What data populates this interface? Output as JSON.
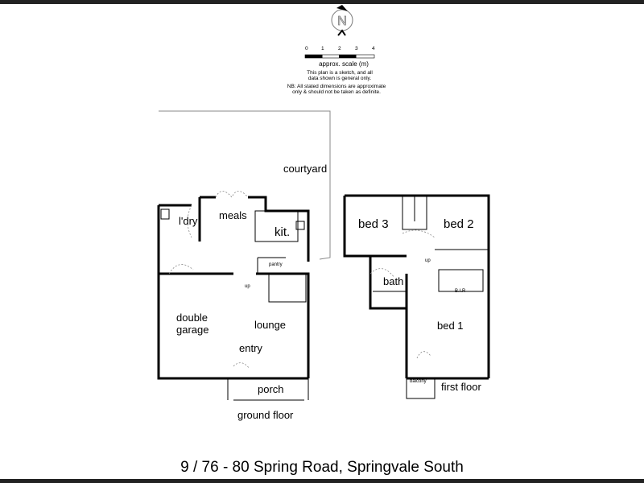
{
  "compass": {
    "letter": "N"
  },
  "scale": {
    "ticks": [
      "0",
      "1",
      "2",
      "3",
      "4"
    ],
    "label": "approx. scale (m)"
  },
  "notes": [
    "This plan is a sketch, and all",
    "data shown is general only.",
    "NB: All stated dimensions are approximate",
    "only & should not be taken as definite."
  ],
  "ground_floor": {
    "title": "ground floor",
    "rooms": {
      "courtyard": "courtyard",
      "meals": "meals",
      "kitchen": "kit.",
      "laundry": "l'dry",
      "pantry": "pantry",
      "garage_1": "double",
      "garage_2": "garage",
      "lounge": "lounge",
      "entry": "entry",
      "porch": "porch",
      "up": "up"
    }
  },
  "first_floor": {
    "title": "first floor",
    "rooms": {
      "bed3": "bed 3",
      "bed2": "bed 2",
      "bath": "bath",
      "bed1": "bed 1",
      "bir": "B.I.R",
      "balcony": "balcony",
      "up": "up"
    }
  },
  "address": "9 / 76 - 80 Spring Road, Springvale South"
}
